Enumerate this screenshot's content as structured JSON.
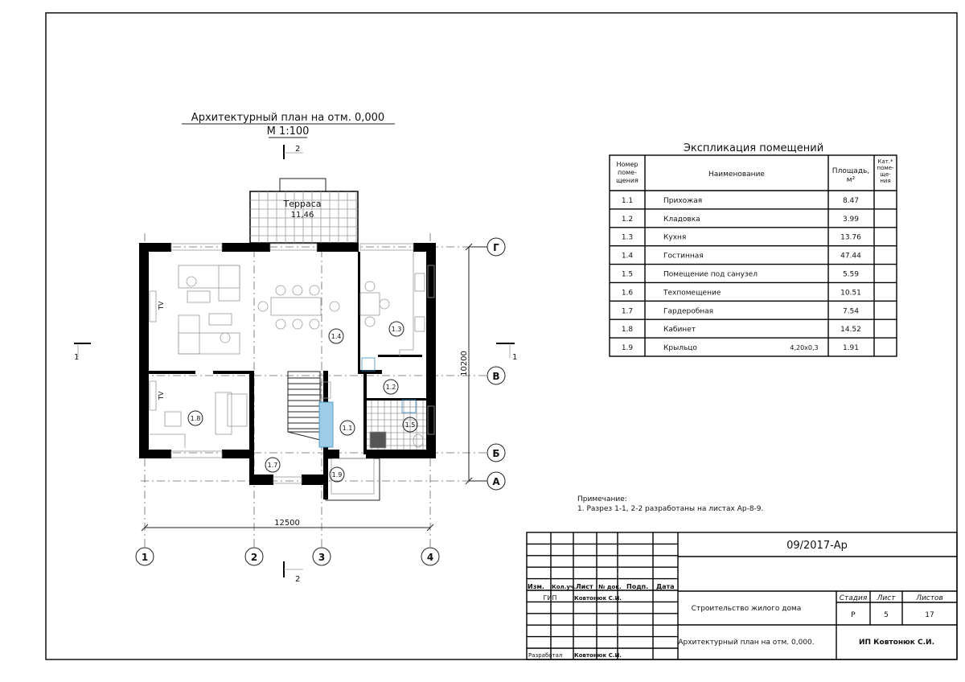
{
  "plan": {
    "title": "Архитектурный  план на отм. 0,000",
    "scale": "М 1:100",
    "terrace_label": "Терраса",
    "terrace_area": "11,46",
    "dimension_width": "12500",
    "dimension_depth": "10200",
    "axes_vertical": [
      "1",
      "2",
      "3",
      "4"
    ],
    "axes_horizontal": [
      "Г",
      "В",
      "Б",
      "А"
    ],
    "section_1": "1",
    "section_2": "2",
    "tv_label": "TV",
    "rooms": [
      "1.1",
      "1.2",
      "1.3",
      "1.4",
      "1.5",
      "1.7",
      "1.8",
      "1.9"
    ]
  },
  "explication": {
    "title": "Экспликация помещений",
    "headers": {
      "number": "Номер поме- щения",
      "name": "Наименование",
      "area": "Площадь, м²",
      "category": "Кат.* поме- ще- ния"
    },
    "rows": [
      {
        "number": "1.1",
        "name": "Прихожая",
        "note": "",
        "area": "8.47"
      },
      {
        "number": "1.2",
        "name": "Кладовка",
        "note": "",
        "area": "3.99"
      },
      {
        "number": "1.3",
        "name": "Кухня",
        "note": "",
        "area": "13.76"
      },
      {
        "number": "1.4",
        "name": "Гостинная",
        "note": "",
        "area": "47.44"
      },
      {
        "number": "1.5",
        "name": "Помещение под санузел",
        "note": "",
        "area": "5.59"
      },
      {
        "number": "1.6",
        "name": "Техпомещение",
        "note": "",
        "area": "10.51"
      },
      {
        "number": "1.7",
        "name": "Гардеробная",
        "note": "",
        "area": "7.54"
      },
      {
        "number": "1.8",
        "name": "Кабинет",
        "note": "",
        "area": "14.52"
      },
      {
        "number": "1.9",
        "name": "Крыльцо",
        "note": "4,20x0,3",
        "area": "1.91"
      }
    ]
  },
  "note": {
    "heading": "Примечание:",
    "item": "1.    Разрез 1-1, 2-2 разработаны на листах Ар-8-9."
  },
  "title_block": {
    "code": "09/2017-Ар",
    "col_headers": [
      "Изм.",
      "Кол.уч.",
      "Лист",
      "№ док.",
      "Подп.",
      "Дата"
    ],
    "gip_label": "ГИП",
    "gip_name": "Ковтонюк С.И.",
    "developer_label": "Разработал",
    "developer_name": "Ковтонюк С.И.",
    "project": "Строительство жилого дома",
    "sheet_title": "Архитектурный план на отм. 0,000.",
    "stage_label": "Стадия",
    "sheet_label": "Лист",
    "sheets_label": "Листов",
    "stage": "Р",
    "sheet": "5",
    "sheets": "17",
    "company": "ИП Ковтонюк С.И."
  }
}
